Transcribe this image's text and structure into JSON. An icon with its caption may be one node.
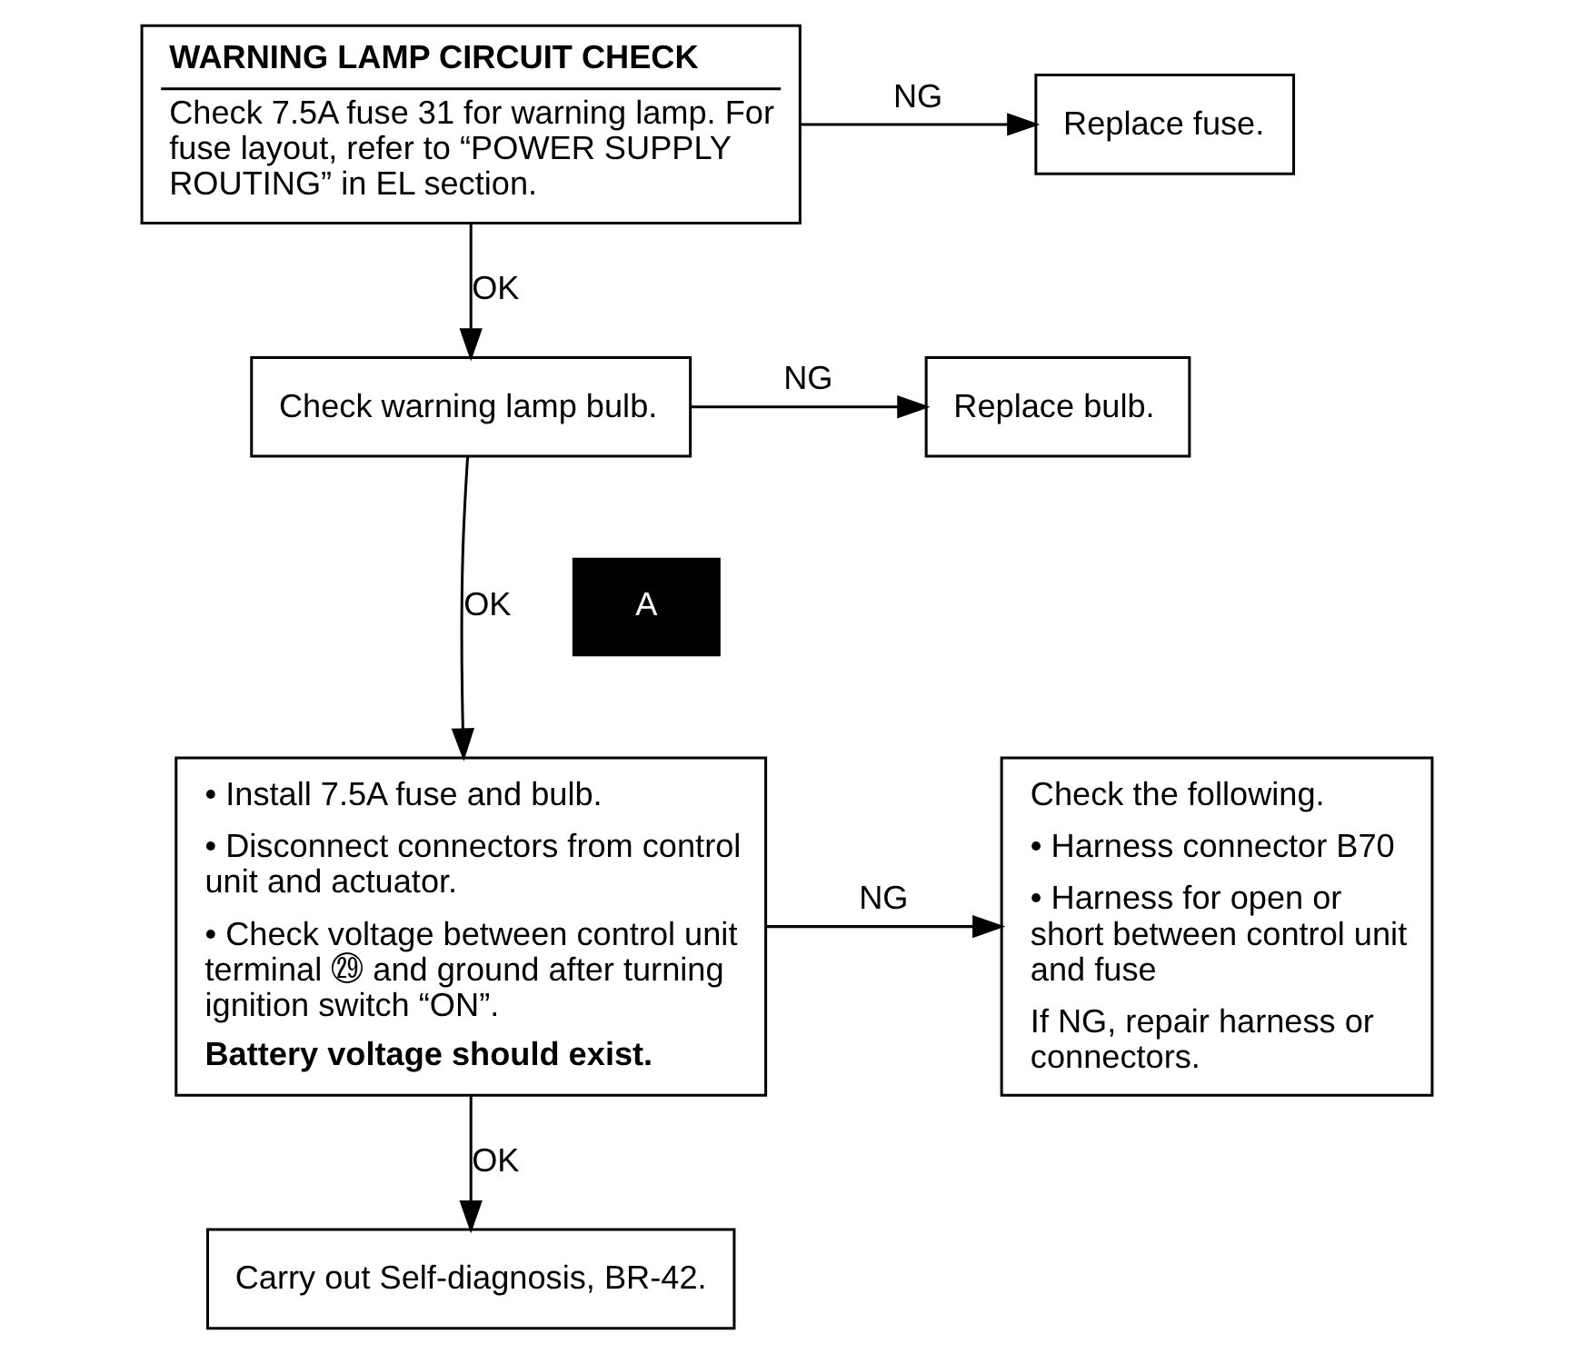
{
  "diagram": {
    "nodes": [
      {
        "text": [
          "WARNING LAMP CIRCUIT CHECK",
          "Check 7.5A fuse 31 for warning lamp. For fuse layout, refer to “POWER SUPPLY ROUTING” in EL section."
        ]
      },
      {
        "text": [
          "Replace fuse."
        ]
      },
      {
        "text": [
          "Check warning lamp bulb."
        ]
      },
      {
        "text": [
          "Replace bulb."
        ]
      },
      {
        "text": [
          "• Install 7.5A fuse and bulb.",
          "• Disconnect connectors from control unit and actuator.",
          "• Check voltage between control unit terminal ㉙ and ground after turning ignition switch “ON”.",
          "Battery voltage should exist."
        ]
      },
      {
        "text": [
          "Check the following.",
          "• Harness connector B70",
          "• Harness for open or short between control unit and fuse",
          "If NG, repair harness or connectors."
        ]
      },
      {
        "text": [
          "Carry out Self-diagnosis, BR-42."
        ]
      }
    ],
    "edges": [
      {
        "from": 0,
        "to": 1,
        "arrow": "to",
        "label": "NG"
      },
      {
        "from": 0,
        "to": 2,
        "arrow": "to",
        "label": "OK"
      },
      {
        "from": 2,
        "to": 3,
        "arrow": "to",
        "label": "NG"
      },
      {
        "from": 2,
        "to": 4,
        "arrow": "to",
        "label": "OK"
      },
      {
        "from": 4,
        "to": 5,
        "arrow": "to",
        "label": "NG"
      },
      {
        "from": 4,
        "to": 6,
        "arrow": "to",
        "label": "OK"
      }
    ],
    "labels": [
      "A"
    ]
  }
}
